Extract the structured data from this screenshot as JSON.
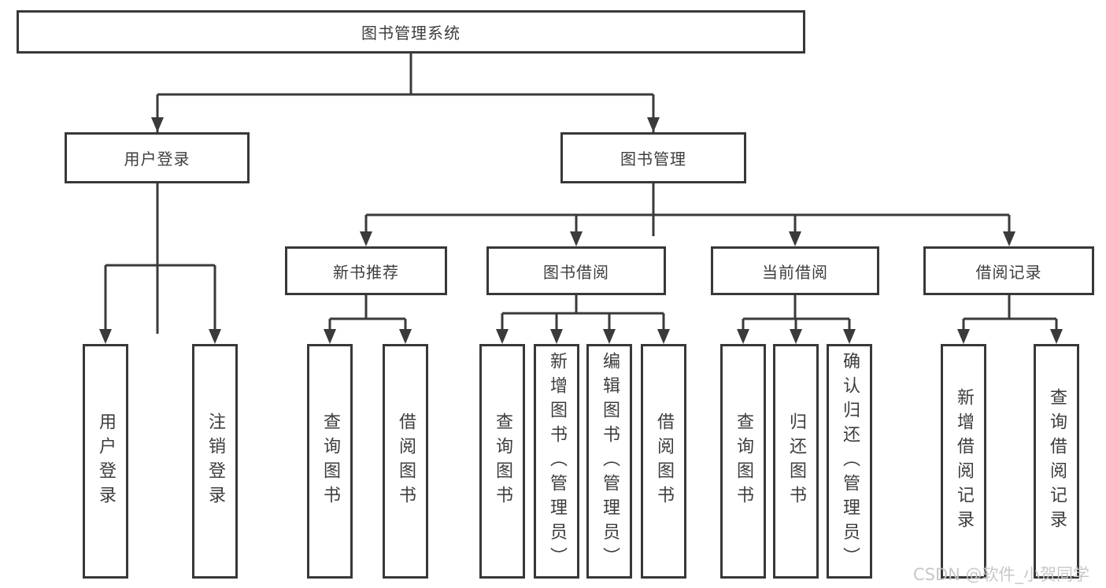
{
  "tree": {
    "label": "图书管理系统",
    "children": [
      {
        "label": "用户登录",
        "children": [
          {
            "label": "用户登录"
          },
          {
            "label": "注销登录"
          }
        ]
      },
      {
        "label": "图书管理",
        "children": [
          {
            "label": "新书推荐",
            "children": [
              {
                "label": "查询图书"
              },
              {
                "label": "借阅图书"
              }
            ]
          },
          {
            "label": "图书借阅",
            "children": [
              {
                "label": "查询图书"
              },
              {
                "label": "新增图书（管理员）"
              },
              {
                "label": "编辑图书（管理员）"
              },
              {
                "label": "借阅图书"
              }
            ]
          },
          {
            "label": "当前借阅",
            "children": [
              {
                "label": "查询图书"
              },
              {
                "label": "归还图书"
              },
              {
                "label": "确认归还（管理员）"
              }
            ]
          },
          {
            "label": "借阅记录",
            "children": [
              {
                "label": "新增借阅记录"
              },
              {
                "label": "查询借阅记录"
              }
            ]
          }
        ]
      }
    ]
  },
  "watermark": {
    "text": "CSDN @软件_小贺同学"
  },
  "colors": {
    "line": "#3a3a3a",
    "border": "#383838",
    "text": "#3d3d3d",
    "watermark": "#c5c5c5",
    "background": "#ffffff"
  }
}
